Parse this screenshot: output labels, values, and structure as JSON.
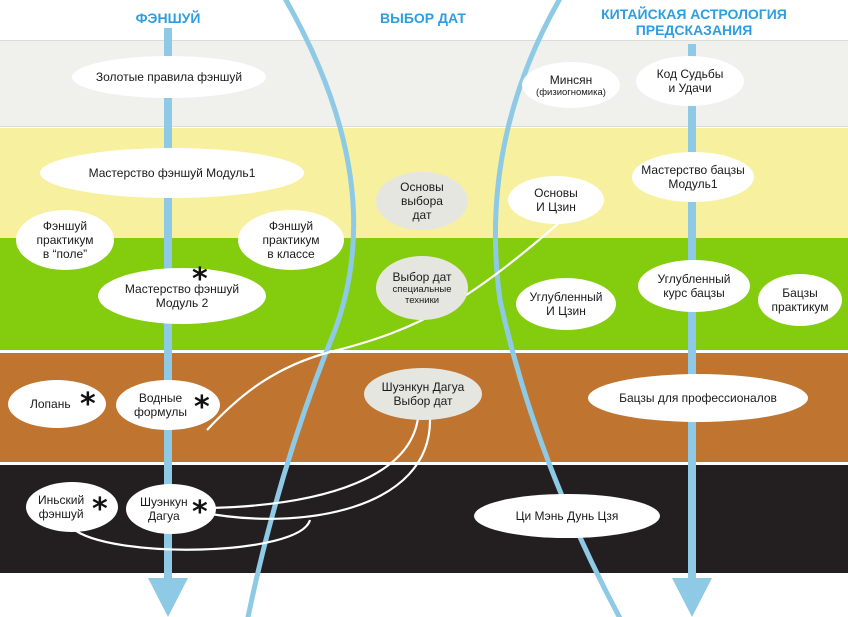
{
  "columns": [
    {
      "id": "fengshui",
      "title": "ФЭНШУЙ"
    },
    {
      "id": "dates",
      "title": "ВЫБОР ДАТ"
    },
    {
      "id": "astrology",
      "title": "КИТАЙСКАЯ АСТРОЛОГИЯ\nПРЕДСКАЗАНИЯ"
    }
  ],
  "levels": [
    "gray",
    "yellow",
    "green",
    "brown",
    "black"
  ],
  "colors": {
    "arrow": "#8ecae6",
    "title": "#2f9ee0",
    "gray_band": "#f0f0ec",
    "yellow_band": "#f7f09f",
    "green_band": "#84cc0e",
    "brown_band": "#bf7430",
    "black_band": "#231f20"
  },
  "nodes": {
    "golden_rules": {
      "label": "Золотые правила фэншуй"
    },
    "mingsyan": {
      "label": "Минсян",
      "sub": "(физиогномика)"
    },
    "fate_code": {
      "label": "Код Судьбы\nи Удачи"
    },
    "fs_module1": {
      "label": "Мастерство фэншуй Модуль1"
    },
    "date_basics": {
      "label": "Основы\nвыбора\nдат"
    },
    "iching_basics": {
      "label": "Основы\nИ Цзин"
    },
    "bazi_module1": {
      "label": "Мастерство бацзы\nМодуль1"
    },
    "fs_field": {
      "label": "Фэншуй\nпрактикум\nв “поле”"
    },
    "fs_class": {
      "label": "Фэншуй\nпрактикум\nв классе"
    },
    "fs_module2": {
      "label": "Мастерство фэншуй\nМодуль 2"
    },
    "date_special": {
      "label": "Выбор дат",
      "sub": "специальные\nтехники"
    },
    "iching_adv": {
      "label": "Углубленный\nИ Цзин"
    },
    "bazi_adv": {
      "label": "Углубленный\nкурс  бацзы"
    },
    "bazi_practice": {
      "label": "Бацзы\nпрактикум"
    },
    "lopan": {
      "label": "Лопань"
    },
    "water_formulas": {
      "label": "Водные\nформулы"
    },
    "shuankun_dates": {
      "label": "Шуэнкун Дагуа\nВыбор дат"
    },
    "bazi_pro": {
      "label": "Бацзы для профессионалов"
    },
    "yin_fs": {
      "label": "Иньский\nфэншуй"
    },
    "shuankun_dagua": {
      "label": "Шуэнкун\nДагуа"
    },
    "qimen": {
      "label": "Ци Мэнь Дунь Цзя"
    }
  },
  "stars": {
    "fs_module2": "*",
    "lopan": "*",
    "water_formulas": "*",
    "yin_fs": "*",
    "shuankun_dagua": "*"
  }
}
